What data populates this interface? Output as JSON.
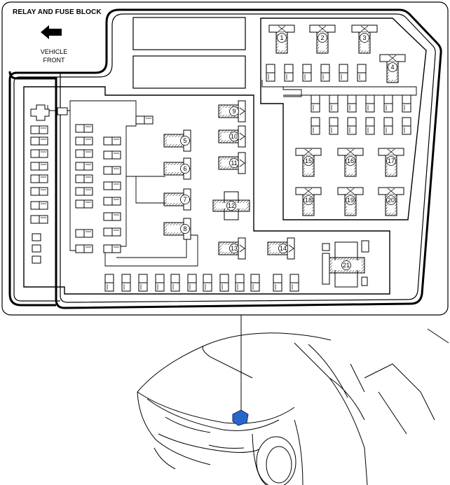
{
  "title": "RELAY AND FUSE BLOCK",
  "direction": {
    "line1": "VEHICLE",
    "line2": "FRONT"
  },
  "relay_numbers": [
    "1",
    "2",
    "3",
    "4",
    "5",
    "6",
    "7",
    "8",
    "9",
    "10",
    "11",
    "12",
    "13",
    "14",
    "15",
    "16",
    "17",
    "18",
    "19",
    "20",
    "21"
  ],
  "colors": {
    "line": "#000000",
    "hatch": "#555555",
    "module": "#2a66c9"
  }
}
